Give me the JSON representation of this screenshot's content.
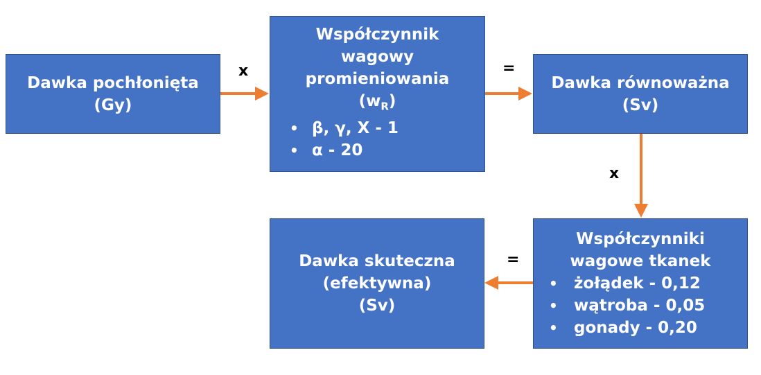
{
  "colors": {
    "box_fill": "#4472c4",
    "box_border": "#2f528f",
    "arrow": "#ed7d31",
    "text": "#ffffff"
  },
  "boxes": {
    "absorbed": {
      "line1": "Dawka pochłonięta",
      "line2": "(Gy)"
    },
    "radiation_weight": {
      "line1": "Współczynnik",
      "line2": "wagowy",
      "line3": "promieniowania",
      "symbol": "(w",
      "symbol_sub": "R",
      "symbol_close": ")",
      "bullets": [
        "β, γ, X - 1",
        "α - 20"
      ]
    },
    "equivalent": {
      "line1": "Dawka równoważna",
      "line2": "(Sv)"
    },
    "tissue_weight": {
      "line1": "Współczynniki",
      "line2": "wagowe tkanek",
      "bullets": [
        "żołądek - 0,12",
        "wątroba - 0,05",
        "gonady - 0,20"
      ]
    },
    "effective": {
      "line1": "Dawka skuteczna",
      "line2": "(efektywna)",
      "line3": "(Sv)"
    }
  },
  "operators": {
    "multiply_1": "x",
    "equals_1": "=",
    "multiply_2": "x",
    "equals_2": "="
  }
}
